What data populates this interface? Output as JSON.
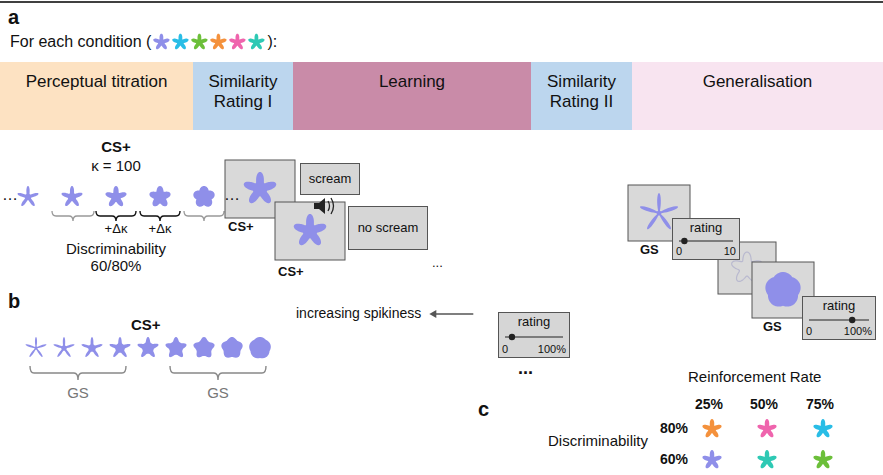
{
  "diagram": {
    "nodes": [
      {
        "text": [
          "Perceptual titration"
        ]
      },
      {
        "text": [
          "Similarity Rating I"
        ]
      },
      {
        "text": [
          "Learning"
        ]
      },
      {
        "text": [
          "Similarity Rating II"
        ]
      },
      {
        "text": [
          "Generalisation"
        ]
      },
      {
        "text": [
          "scream"
        ]
      },
      {
        "text": [
          "no scream"
        ]
      },
      {
        "text": [
          "rating",
          "0",
          "100%"
        ]
      },
      {
        "text": [
          "rating",
          "0",
          "10"
        ]
      },
      {
        "text": [
          "rating",
          "0",
          "100%"
        ]
      }
    ],
    "labels": [
      "a",
      "For each condition (",
      "):",
      "CS+",
      "κ = 100",
      "…",
      "…",
      "+Δκ",
      "+Δκ",
      "Discriminability 60/80%",
      "CS+",
      "CS+",
      "...",
      "...",
      "GS",
      "GS",
      "b",
      "CS+",
      "increasing spikiness",
      "GS",
      "GS",
      "c",
      "Reinforcement Rate",
      "25%",
      "50%",
      "75%",
      "Discriminability",
      "80%",
      "60%"
    ]
  }
}
